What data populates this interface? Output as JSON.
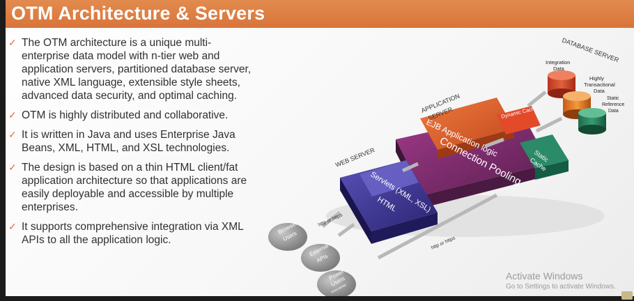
{
  "slide": {
    "title": "OTM Architecture & Servers",
    "bullets": [
      "The OTM architecture is a unique multi-enterprise data model with n-tier web and application servers, partitioned database server, native XML language, extensible style sheets, advanced data security, and optimal caching.",
      "OTM is highly distributed and collaborative.",
      "It is written in Java and uses Enterprise Java Beans, XML, HTML, and XSL technologies.",
      "The design is based on a thin HTML client/fat application architecture so that applications are easily deployable and accessible by multiple enterprises.",
      "It supports comprehensive integration via XML APIs to all the application logic."
    ]
  },
  "diagram": {
    "web_server_label": "WEB SERVER",
    "app_server_label_1": "APPLICATION",
    "app_server_label_2": "SERVER",
    "db_server_label": "DATABASE SERVER",
    "servlets": "Servlets (XML, XSL)",
    "html": "HTML",
    "ejb": "EJB Application logic",
    "dynamic_cache": "Dynamic Cache",
    "connection_pooling": "Connection Pooling",
    "static_cache_1": "Static",
    "static_cache_2": "Cache",
    "integration_data_1": "Integration",
    "integration_data_2": "Data",
    "transactional_1": "Highly",
    "transactional_2": "Transactional",
    "transactional_3": "Data",
    "static_ref_1": "Static",
    "static_ref_2": "Reference",
    "static_ref_3": "Data",
    "http_1": "http or https",
    "http_2": "http or https",
    "browser_users_1": "Browser",
    "browser_users_2": "Users",
    "external_apis_1": "External",
    "external_apis_2": "APIs",
    "power_users_1": "Power",
    "power_users_2": "Users",
    "power_users_3": "www.amaz"
  },
  "watermark": {
    "line1": "Activate Windows",
    "line2": "Go to Settings to activate Windows."
  },
  "colors": {
    "title_bar": "#d9743a",
    "check": "#d9743a",
    "web_server": "#3b3590",
    "app_server": "#7b2b6c",
    "ejb": "#d9602e",
    "static_cache": "#1f7a5c"
  }
}
